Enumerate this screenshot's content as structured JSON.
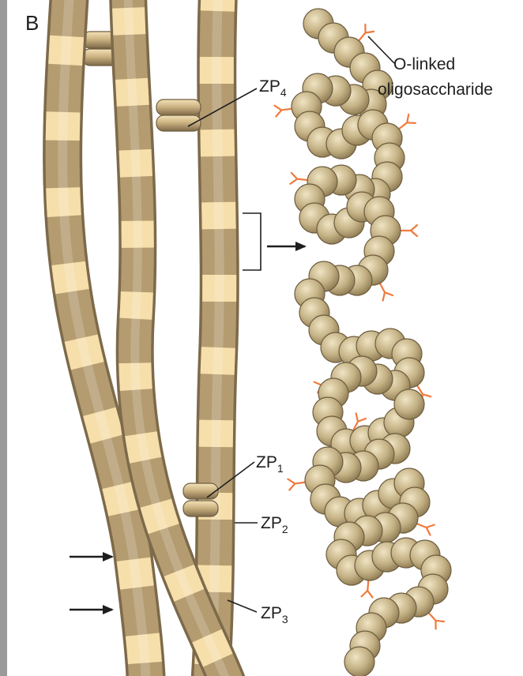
{
  "figure": {
    "panel_label": "B",
    "labels": {
      "oligo_line1": "O-linked",
      "oligo_line2": "oligosaccharide",
      "zp4": {
        "main": "ZP",
        "sub": "4"
      },
      "zp1": {
        "main": "ZP",
        "sub": "1"
      },
      "zp2": {
        "main": "ZP",
        "sub": "2"
      },
      "zp3": {
        "main": "ZP",
        "sub": "3"
      }
    }
  },
  "colors": {
    "filament_edge": "#7d6a4b",
    "filament": "#b49b70",
    "filament_band": "#f6dfab",
    "bead_stroke": "#6e5d3f",
    "oligosaccharide": "#f07a3c",
    "ink": "#1e1e1e"
  }
}
